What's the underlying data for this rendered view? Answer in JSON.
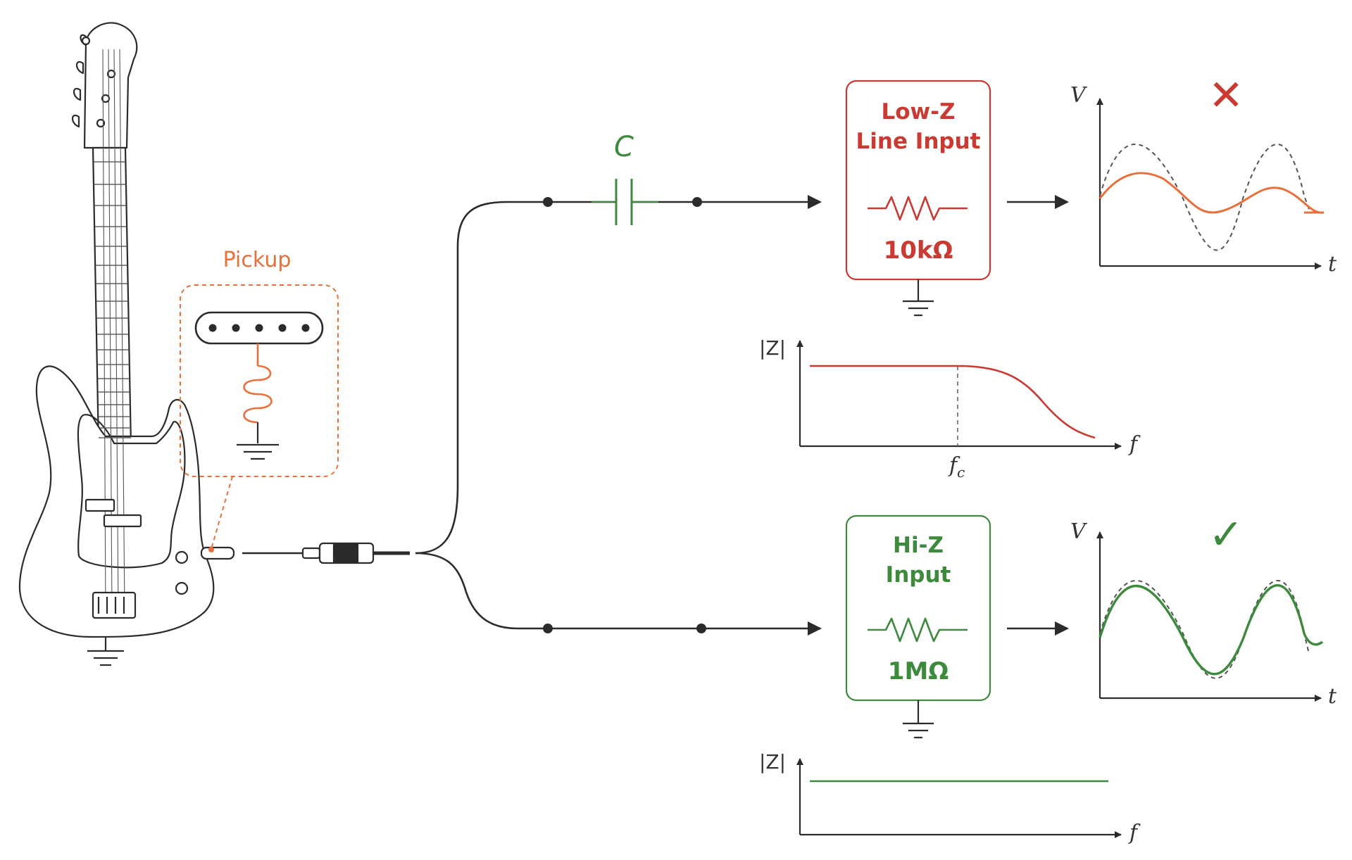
{
  "labels": {
    "pickup": "Pickup",
    "capacitor": "C"
  },
  "low_z": {
    "title_line1": "Low-Z",
    "title_line2": "Line Input",
    "resistance": "10kΩ",
    "result_mark": "✕"
  },
  "hi_z": {
    "title_line1": "Hi-Z",
    "title_line2": "Input",
    "resistance": "1MΩ",
    "result_mark": "✓"
  },
  "signal_plot": {
    "y_label": "V",
    "x_label": "t"
  },
  "impedance_plot": {
    "y_label": "|Z|",
    "x_label": "f",
    "cutoff_label": "f",
    "cutoff_sub": "c"
  },
  "colors": {
    "line": "#2b2b2b",
    "pickup": "#e8703a",
    "low_z": "#c83a32",
    "hi_z": "#3d8a3d",
    "capacitor": "#3d8a3d",
    "dashed": "#555555"
  },
  "icons": [
    "bass-guitar-icon",
    "pickup-coil-icon",
    "jack-plug-icon",
    "resistor-icon",
    "ground-icon",
    "cross-icon",
    "check-icon"
  ]
}
